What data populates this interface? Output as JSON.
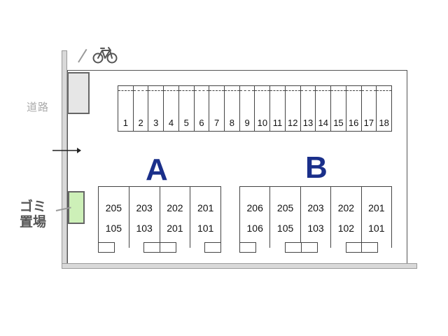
{
  "road_label": "道路",
  "garbage_label": [
    "ゴミ",
    "置場"
  ],
  "icons": {
    "bicycle": "bicycle-icon",
    "entry": "arrow-right-icon"
  },
  "colors": {
    "building_label": "#1a2f8a",
    "garbage_fill": "#cdf0b8",
    "bike_fill": "#e6e6e6"
  },
  "parking_slots": [
    "1",
    "2",
    "3",
    "4",
    "5",
    "6",
    "7",
    "8",
    "9",
    "10",
    "11",
    "12",
    "13",
    "14",
    "15",
    "16",
    "17",
    "18"
  ],
  "building_a": {
    "label": "A",
    "units": [
      {
        "upper": "205",
        "lower": "105"
      },
      {
        "upper": "203",
        "lower": "103"
      },
      {
        "upper": "202",
        "lower": "201"
      },
      {
        "upper": "201",
        "lower": "101"
      }
    ]
  },
  "building_b": {
    "label": "B",
    "units": [
      {
        "upper": "206",
        "lower": "106"
      },
      {
        "upper": "205",
        "lower": "105"
      },
      {
        "upper": "203",
        "lower": "103"
      },
      {
        "upper": "202",
        "lower": "102"
      },
      {
        "upper": "201",
        "lower": "101"
      }
    ]
  }
}
